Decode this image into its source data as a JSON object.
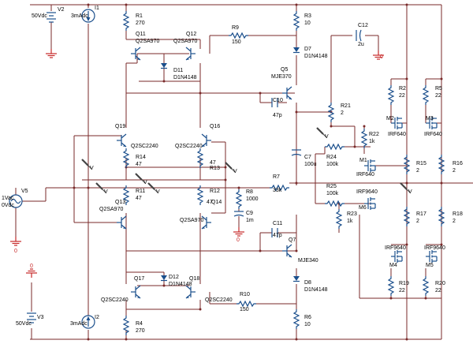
{
  "schematic": {
    "sources": {
      "V2": {
        "name": "V2",
        "value": "50Vdc"
      },
      "V3": {
        "name": "V3",
        "value": "50Vdc"
      },
      "V5": {
        "name": "V5",
        "ac": "1Vac",
        "dc": "0Vdc"
      },
      "I1": {
        "name": "I1",
        "value": "3mAdc"
      },
      "I2": {
        "name": "I2",
        "value": "3mAdc"
      }
    },
    "resistors": {
      "R1": {
        "name": "R1",
        "value": "270"
      },
      "R2": {
        "name": "R2",
        "value": "22"
      },
      "R3": {
        "name": "R3",
        "value": "10"
      },
      "R4": {
        "name": "R4",
        "value": "270"
      },
      "R5": {
        "name": "R5",
        "value": "22"
      },
      "R6": {
        "name": "R6",
        "value": "10"
      },
      "R7": {
        "name": "R7",
        "value": "33k"
      },
      "R8": {
        "name": "R8",
        "value": "1000"
      },
      "R9": {
        "name": "R9",
        "value": "150"
      },
      "R10": {
        "name": "R10",
        "value": "150"
      },
      "R11": {
        "name": "R11",
        "value": "47"
      },
      "R12": {
        "name": "R12",
        "value": "47"
      },
      "R13": {
        "name": "R13",
        "value": "47"
      },
      "R14": {
        "name": "R14",
        "value": "47"
      },
      "R15": {
        "name": "R15",
        "value": "2"
      },
      "R16": {
        "name": "R16",
        "value": "2"
      },
      "R17": {
        "name": "R17",
        "value": "2"
      },
      "R18": {
        "name": "R18",
        "value": "2"
      },
      "R19": {
        "name": "R19",
        "value": "22"
      },
      "R20": {
        "name": "R20",
        "value": "22"
      },
      "R21": {
        "name": "R21",
        "value": "2"
      },
      "R22": {
        "name": "R22",
        "value": "1k"
      },
      "R23": {
        "name": "R23",
        "value": "1k"
      },
      "R24": {
        "name": "R24",
        "value": "100k"
      },
      "R25": {
        "name": "R25",
        "value": "100k"
      }
    },
    "capacitors": {
      "C7": {
        "name": "C7",
        "value": "100u"
      },
      "C9": {
        "name": "C9",
        "value": "1m"
      },
      "C10": {
        "name": "C10",
        "value": "47p"
      },
      "C11": {
        "name": "C11",
        "value": "47p"
      },
      "C12": {
        "name": "C12",
        "value": "2u"
      }
    },
    "diodes": {
      "D7": {
        "name": "D7",
        "part": "D1N4148"
      },
      "D8": {
        "name": "D8",
        "part": "D1N4148"
      },
      "D11": {
        "name": "D11",
        "part": "D1N4148"
      },
      "D12": {
        "name": "D12",
        "part": "D1N4148"
      }
    },
    "transistors": {
      "Q5": {
        "name": "Q5",
        "part": "MJE370"
      },
      "Q7": {
        "name": "Q7",
        "part": "MJE340"
      },
      "Q11": {
        "name": "Q11",
        "part": "Q2SA970"
      },
      "Q12": {
        "name": "Q12",
        "part": "Q2SA970"
      },
      "Q13": {
        "name": "Q13",
        "part": "Q2SA970"
      },
      "Q14": {
        "name": "Q14",
        "part": "Q2SA970"
      },
      "Q16": {
        "name": "Q16",
        "part": "Q2SC2240"
      },
      "Q17": {
        "name": "Q17",
        "part": "Q2SC2240"
      },
      "Q18": {
        "name": "Q18",
        "part": "Q2SC2240"
      },
      "Q19": {
        "name": "Q19",
        "part": "Q2SC2240"
      }
    },
    "mosfets": {
      "M1": {
        "name": "M1",
        "part": "IRF640"
      },
      "M2": {
        "name": "M2",
        "part": "IRF640"
      },
      "M3": {
        "name": "M3",
        "part": "IRF640"
      },
      "M4": {
        "name": "M4",
        "part": "IRF9640"
      },
      "M5": {
        "name": "M5",
        "part": "IRF9640"
      },
      "M6": {
        "name": "M6",
        "part": "IRF9640"
      }
    },
    "ground_labels": {
      "zero": "0"
    },
    "probe_label": "V",
    "colors": {
      "wire": "#7a2a2a",
      "component": "#1b4f8c",
      "ground": "#c62828"
    }
  }
}
